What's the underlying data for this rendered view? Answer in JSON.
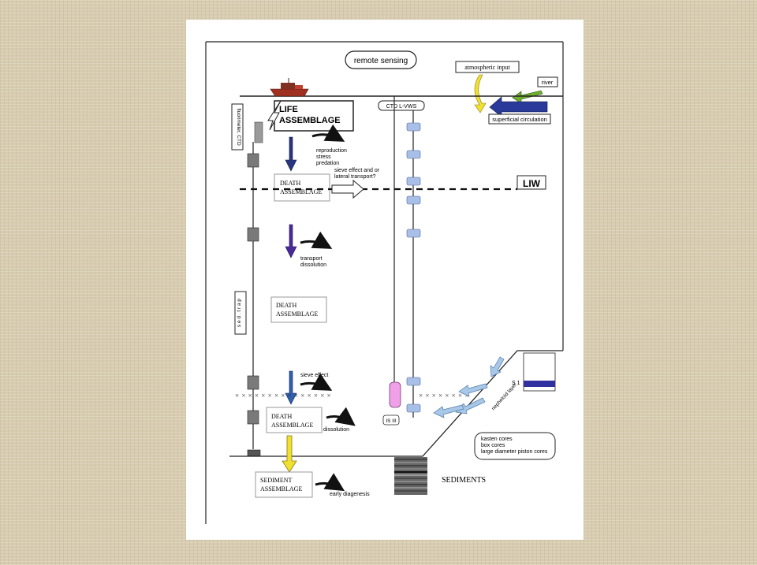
{
  "labels": {
    "remote_sensing": "remote sensing",
    "atmospheric_input": "atmospheric input",
    "river": "river",
    "superficial_circulation": "superficial circulation",
    "life_assemblage_1": "LIFE",
    "life_assemblage_2": "ASSEMBLAGE",
    "fluorometer_ctd": "fluorimeter, CTD",
    "ctd_lvws": "CTD  L-VWS",
    "reproduction": "reproduction",
    "stress": "stress",
    "predation": "predation",
    "sieve_effect_q1": "sieve effect and or",
    "sieve_effect_q2": "lateral transport?",
    "death_assemblage_1a": "DEATH",
    "death_assemblage_1b": "ASSEMBLAGE",
    "liw": "LIW",
    "transport": "transport",
    "dissolution_1": "dissolution",
    "sed_trap": "s e d .  t r a p",
    "death_assemblage_2a": "DEATH",
    "death_assemblage_2b": "ASSEMBLAGE",
    "sieve_effect": "sieve effect",
    "death_assemblage_3a": "DEATH",
    "death_assemblage_3b": "ASSEMBLAGE",
    "dissolution_2": "dissolution",
    "is_iii": "IS III",
    "s1": "S 1",
    "slope_label": "nepheloid layer",
    "cores_1": "kasten cores",
    "cores_2": "box cores",
    "cores_3": "large diameter piston cores",
    "sediment_assemblage_1": "SEDIMENT",
    "sediment_assemblage_2": "ASSEMBLAGE",
    "early_diagenesis": "early diagenesis",
    "sediments": "SEDIMENTS",
    "x_markers": "× × × × × × × × × × × × × × ×",
    "x_markers_right": "× × × × × × × ×"
  },
  "colors": {
    "navy_arrow": "#2a3580",
    "purple_arrow": "#4a2a9a",
    "blue_arrow": "#3060b0",
    "yellow_arrow": "#f0e030",
    "light_blue_arrow": "#a8c8e8",
    "pink_cylinder": "#f0a0e8",
    "s1_bar": "#3030a0",
    "ship_hull": "#a03020"
  }
}
